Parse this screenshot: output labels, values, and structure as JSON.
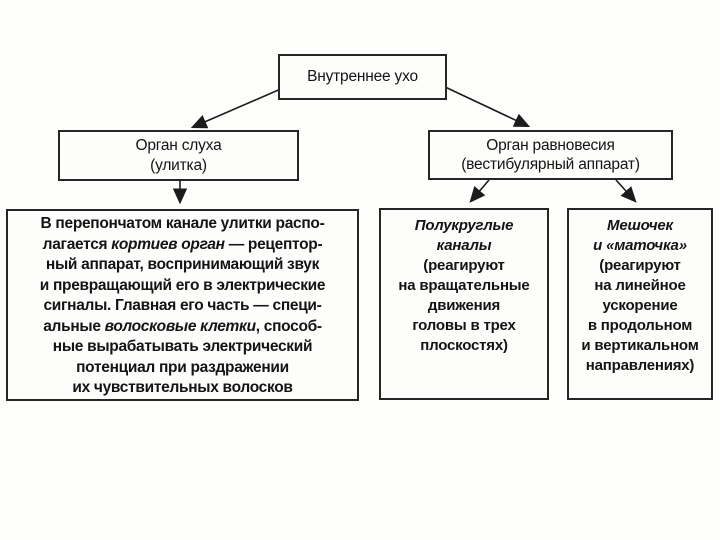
{
  "diagram": {
    "root": {
      "label": "Внутреннее ухо"
    },
    "hearing": {
      "label": "Орган слуха\n(улитка)"
    },
    "balance": {
      "label": "Орган равновесия\n(вестибулярный аппарат)"
    },
    "cochlea_box": {
      "lines": [
        {
          "segments": [
            {
              "text": "В перепончатом канале улитки распо-"
            }
          ]
        },
        {
          "segments": [
            {
              "text": "лагается "
            },
            {
              "text": "кортиев орган",
              "italic": true
            },
            {
              "text": " — рецептор-"
            }
          ]
        },
        {
          "segments": [
            {
              "text": "ный аппарат, воспринимающий звук"
            }
          ]
        },
        {
          "segments": [
            {
              "text": "и превращающий его в электрические"
            }
          ]
        },
        {
          "segments": [
            {
              "text": "сигналы. Главная его часть — специ-"
            }
          ]
        },
        {
          "segments": [
            {
              "text": "альные "
            },
            {
              "text": "волосковые клетки",
              "italic": true
            },
            {
              "text": ", способ-"
            }
          ]
        },
        {
          "segments": [
            {
              "text": "ные вырабатывать электрический"
            }
          ]
        },
        {
          "segments": [
            {
              "text": "потенциал при раздражении"
            }
          ]
        },
        {
          "segments": [
            {
              "text": "их чувствительных волосков"
            }
          ]
        }
      ]
    },
    "canals_box": {
      "title": "Полукруглые\nканалы",
      "body": "(реагируют\nна вращательные\nдвижения\nголовы в трех\nплоскостях)"
    },
    "sac_box": {
      "title": "Мешочек\nи «маточка»",
      "body": "(реагируют\nна линейное\nускорение\nв продольном\nи вертикальном\nнаправлениях)"
    }
  },
  "colors": {
    "border": "#262626",
    "text": "#141414",
    "arrow": "#1c1c1c",
    "background": "#fefefd"
  }
}
